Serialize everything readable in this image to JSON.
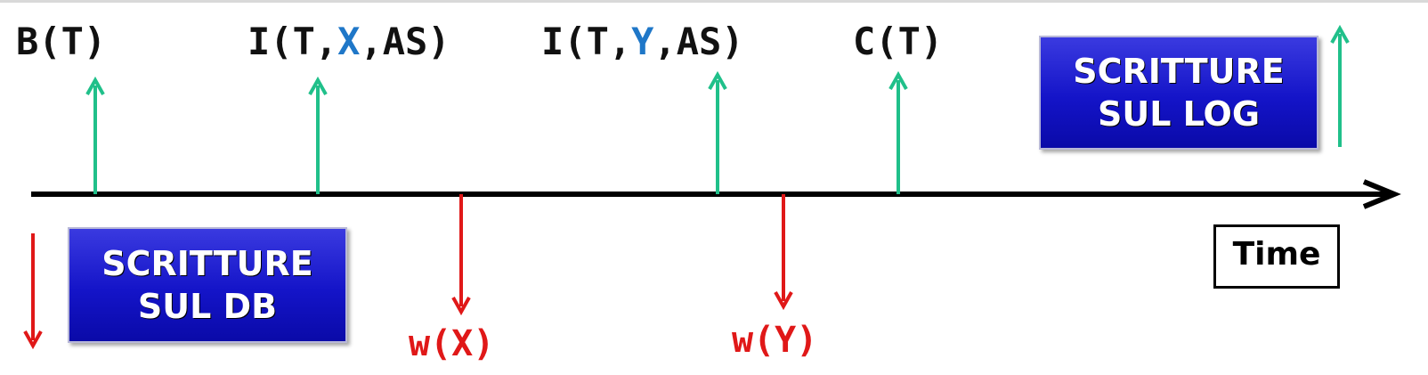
{
  "events": [
    {
      "pre": "B(T)",
      "var": "",
      "post": "",
      "color": "#111111"
    },
    {
      "pre": "I(T,",
      "var": "X",
      "post": ",AS)",
      "color": "#111111"
    },
    {
      "pre": "I(T,",
      "var": "Y",
      "post": ",AS)",
      "color": "#111111"
    },
    {
      "pre": "C(T)",
      "var": "",
      "post": "",
      "color": "#111111"
    }
  ],
  "variable_color": "#1f77c8",
  "writes": [
    {
      "label": "w(X)"
    },
    {
      "label": "w(Y)"
    }
  ],
  "legend": {
    "log_box": {
      "line1": "SCRITTURE",
      "line2": "SUL LOG"
    },
    "db_box": {
      "line1": "SCRITTURE",
      "line2": "SUL DB"
    }
  },
  "axis": {
    "label": "Time"
  },
  "colors": {
    "log_arrow": "#20c08a",
    "db_arrow": "#e01818",
    "box_fill": "#1414c8",
    "axis": "#000000"
  }
}
